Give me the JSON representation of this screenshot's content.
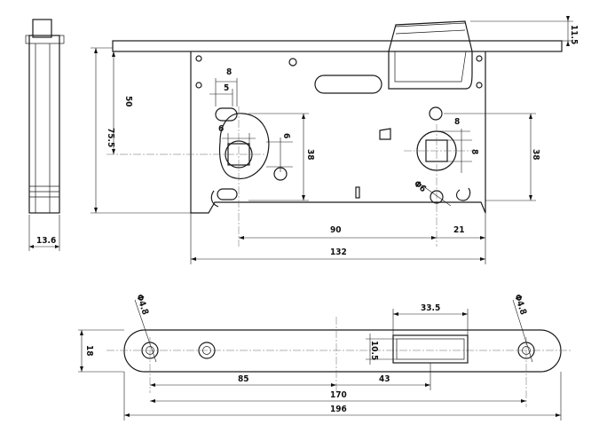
{
  "side_view": {
    "dimensions": {
      "width": "13.6"
    }
  },
  "lock_body": {
    "dimensions": {
      "height_50": "50",
      "height_75_5": "75.5",
      "top_11_5": "11.5",
      "w8": "8",
      "w5": "5",
      "w6": "6",
      "h6": "6",
      "h38_left": "38",
      "h8_right": "8",
      "w8_right": "8",
      "h38_right": "38",
      "dia6": "Φ6",
      "d90": "90",
      "d21": "21",
      "d132": "132"
    }
  },
  "strike_plate": {
    "dimensions": {
      "hole_left": "Φ4.8",
      "hole_right": "Φ4.8",
      "w33_5": "33.5",
      "h10_5": "10.5",
      "h18": "18",
      "d85": "85",
      "d43": "43",
      "d170": "170",
      "d196": "196"
    }
  }
}
